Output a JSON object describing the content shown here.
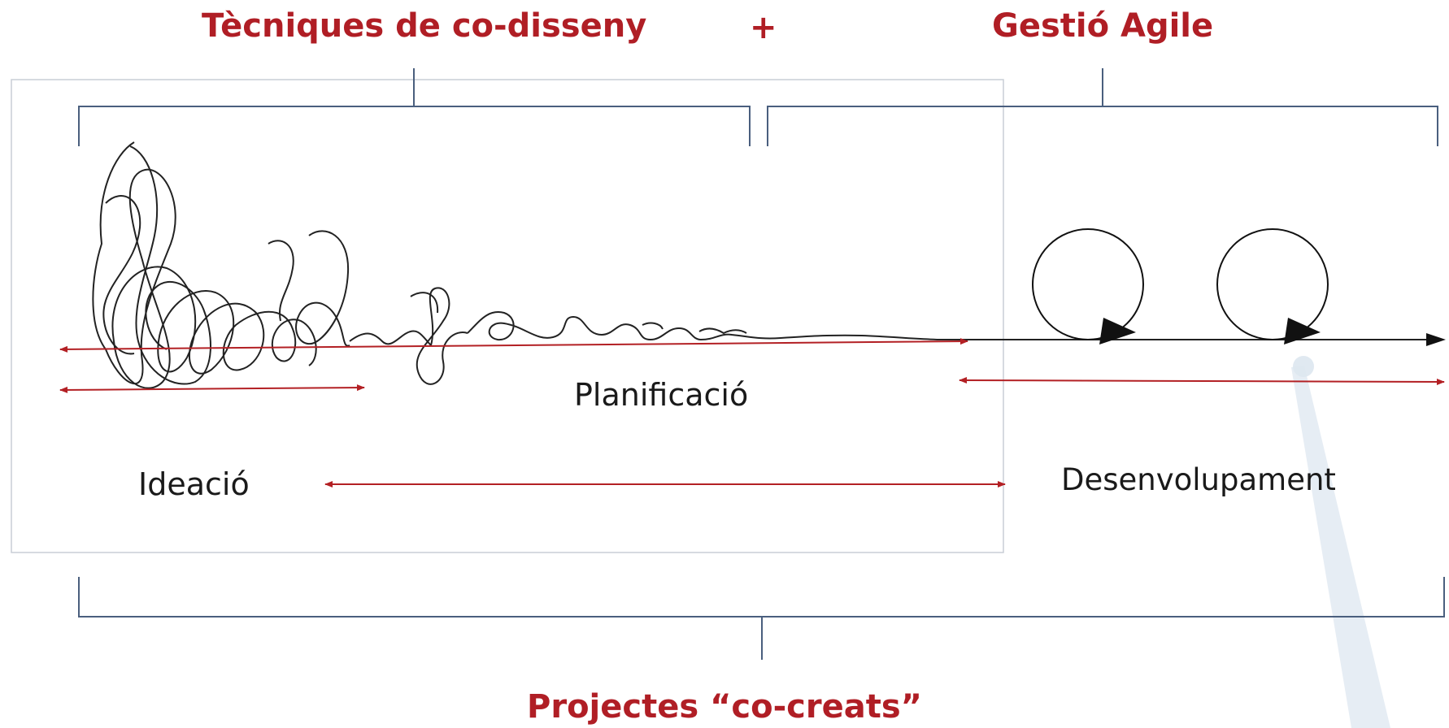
{
  "headings": {
    "codesign": "Tècniques de co-disseny",
    "plus": "+",
    "agile": "Gestió Agile",
    "cocreats": "Projectes “co-creats”"
  },
  "phases": {
    "ideacio": "Ideació",
    "planificacio": "Planificació",
    "desenvolupament": "Desenvolupament"
  },
  "colors": {
    "heading": "#b01e25",
    "bracket": "#4a5f7e",
    "arrow_red": "#b32024",
    "scribble": "#222222",
    "box_border": "#c9ced6",
    "wand": "#dde7f0"
  }
}
